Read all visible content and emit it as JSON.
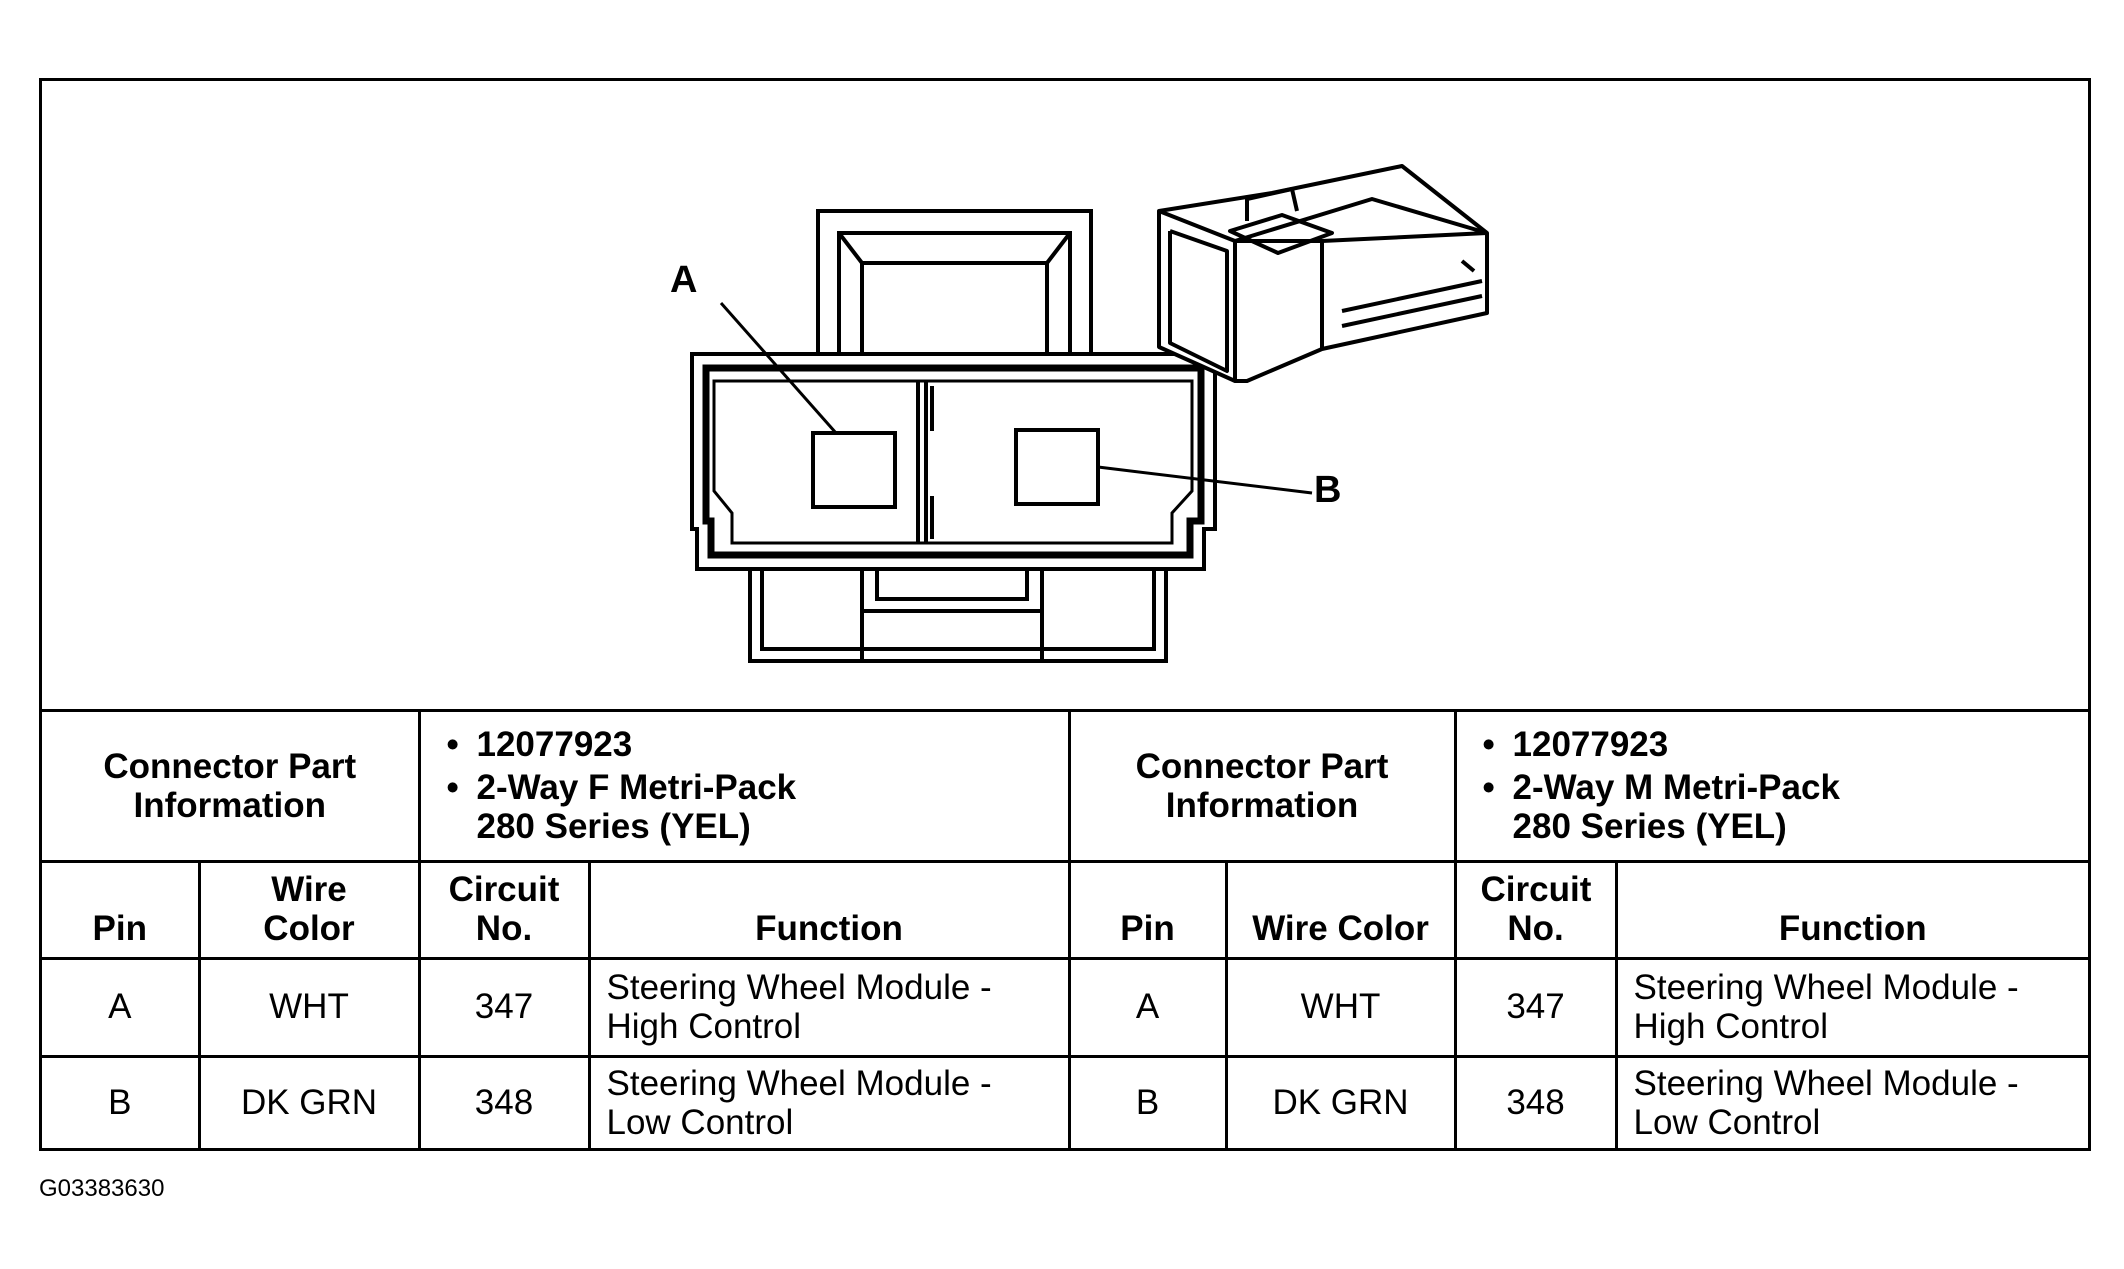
{
  "callouts": {
    "a": "A",
    "b": "B"
  },
  "left_connector": {
    "info_label": "Connector Part Information",
    "part_number": "12077923",
    "type_line1": "2-Way F Metri-Pack",
    "type_line2": "280 Series (YEL)"
  },
  "right_connector": {
    "info_label": "Connector Part Information",
    "part_number": "12077923",
    "type_line1": "2-Way M Metri-Pack",
    "type_line2": "280 Series (YEL)"
  },
  "columns": {
    "left": {
      "pin": "Pin",
      "wire_color": "Wire Color",
      "circuit": "Circuit No.",
      "function": "Function"
    },
    "right": {
      "pin": "Pin",
      "wire_color": "Wire Color",
      "circuit": "Circuit No.",
      "function": "Function"
    }
  },
  "rows": [
    {
      "left": {
        "pin": "A",
        "wire_color": "WHT",
        "circuit": "347",
        "function_line1": "Steering Wheel Module -",
        "function_line2": "High Control"
      },
      "right": {
        "pin": "A",
        "wire_color": "WHT",
        "circuit": "347",
        "function_line1": "Steering Wheel Module -",
        "function_line2": "High Control"
      }
    },
    {
      "left": {
        "pin": "B",
        "wire_color": "DK GRN",
        "circuit": "348",
        "function_line1": "Steering Wheel Module -",
        "function_line2": "Low Control"
      },
      "right": {
        "pin": "B",
        "wire_color": "DK GRN",
        "circuit": "348",
        "function_line1": "Steering Wheel Module -",
        "function_line2": "Low Control"
      }
    }
  ],
  "figure_id": "G03383630"
}
